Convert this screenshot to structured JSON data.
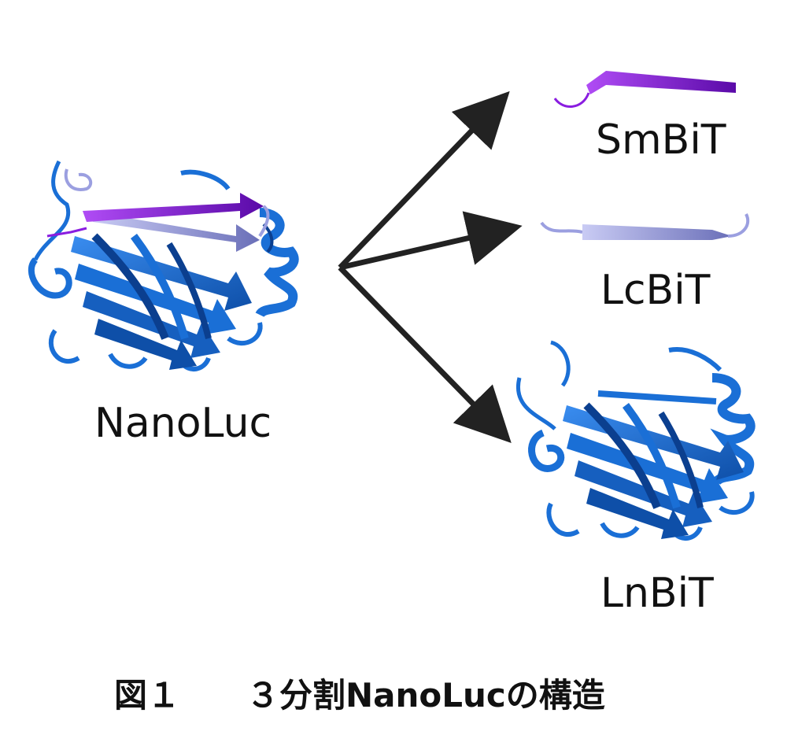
{
  "labels": {
    "nanoluc": "NanoLuc",
    "smbit": "SmBiT",
    "lcbit": "LcBiT",
    "lnbit": "LnBiT"
  },
  "caption": "図１　　３分割NanoLucの構造",
  "colors": {
    "protein_blue": "#1a6fd6",
    "protein_dark": "#0b3f8f",
    "smbit_purple": "#8a1de0",
    "lcbit_lavender": "#9b9fe0",
    "arrow": "#222222"
  }
}
